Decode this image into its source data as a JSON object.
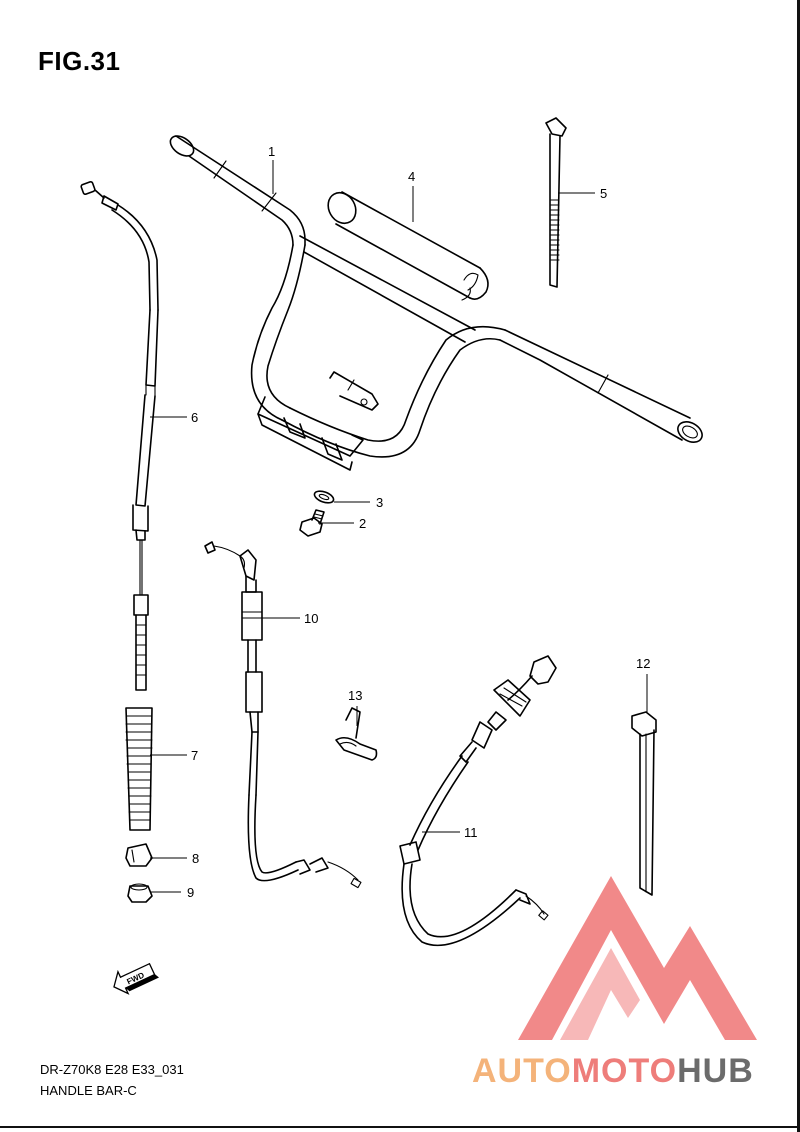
{
  "figure": {
    "title": "FIG.31",
    "code": "DR-Z70K8 E28 E33_031",
    "name": "HANDLE BAR-C"
  },
  "callouts": [
    "1",
    "2",
    "3",
    "4",
    "5",
    "6",
    "7",
    "8",
    "9",
    "10",
    "11",
    "12",
    "13"
  ],
  "fwd_label": "FWD",
  "watermark": {
    "part1": "AUTO",
    "part2": "MOTO",
    "part3": "HUB",
    "color1": "#f4b37a",
    "color2": "#ee7d7a",
    "color3": "#6b6b6b",
    "logo_color": "#f07f7f"
  }
}
